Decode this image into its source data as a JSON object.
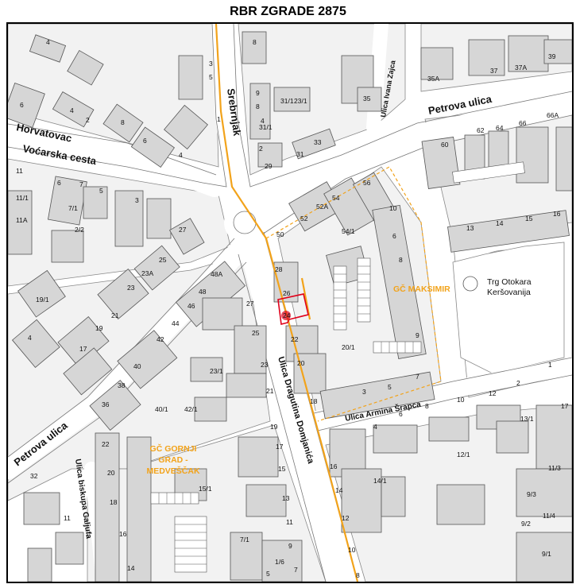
{
  "header": {
    "title": "RBR ZGRADE 2875"
  },
  "colors": {
    "boundary": "#f2a31b",
    "highlight": "#e0001a",
    "building": "#d6d6d6",
    "road": "#ffffff",
    "block": "#f2f2f2"
  },
  "streets": {
    "srebrnjak": "Srebrnjak",
    "horvatovac": "Horvatovac",
    "vocarska": "Voćarska cesta",
    "petrova_top": "Petrova ulica",
    "petrova_bottom": "Petrova ulica",
    "ivana_zajca": "Ulica Ivana Zajca",
    "donjanica": "Ulica Dragutina Domjanića",
    "sarpca": "Ulica Armina Šrapca",
    "galjufa": "Ulica biskupa Galjufa"
  },
  "districts": {
    "maksimir": "GČ MAKSIMIR",
    "gornji_grad": "GČ GORNJI GRAD - MEDVEŠČAK"
  },
  "places": {
    "trg": "Trg Otokara Keršovanija"
  },
  "highlighted_house": "24",
  "house_numbers": {
    "n4a": "4",
    "n8a": "8",
    "n3": "3",
    "n5a": "5",
    "n1a": "1",
    "n6a": "6",
    "n4b": "4",
    "n2a": "2",
    "n8b": "8",
    "n6b": "6",
    "n4c": "4",
    "n9": "9",
    "n8c": "8",
    "n4d": "4",
    "n31_1": "31/1",
    "n23_1a": "23/1",
    "n311": "31/1",
    "n2b": "2",
    "n29": "29",
    "n31": "31",
    "n33": "33",
    "n35": "35",
    "n35a": "35A",
    "n37": "37",
    "n37a": "37A",
    "n39": "39",
    "n60": "60",
    "n62": "62",
    "n64": "64",
    "n66": "66",
    "n66a": "66A",
    "n11a": "11",
    "n11_1": "11/1",
    "n11a2": "11A",
    "n7a": "7",
    "n7_1": "7/1",
    "n5b": "5",
    "n3b": "3",
    "n2_2": "2/2",
    "n27": "27",
    "n56": "56",
    "n54": "54",
    "n52a": "52A",
    "n52": "52",
    "n50": "50",
    "n54_1": "54/1",
    "n10a": "10",
    "n6c": "6",
    "n8d": "8",
    "n13": "13",
    "n14a": "14",
    "n15": "15",
    "n16a": "16",
    "n28": "28",
    "n26": "26",
    "n22": "22",
    "n20a": "20",
    "n20_1": "20/1",
    "n18a": "18",
    "n3c": "3",
    "n5c": "5",
    "n7b": "7",
    "n9b": "9",
    "n19_1": "19/1",
    "n23": "23",
    "n23a": "23A",
    "n25a": "25",
    "n21": "21",
    "n19": "19",
    "n17a": "17",
    "n4e": "4",
    "n48a": "48A",
    "n48": "48",
    "n46": "46",
    "n44": "44",
    "n42": "42",
    "n40": "40",
    "n38": "38",
    "n36": "36",
    "n27b": "27",
    "n25b": "25",
    "n23b": "23",
    "n23_1b": "23/1",
    "n21b": "21",
    "n19b": "19",
    "n17b": "17",
    "n15b": "15",
    "n13b": "13",
    "n11b": "11",
    "n9c": "9",
    "n7c": "7",
    "n5d": "5",
    "n40_1": "40/1",
    "n42_1": "42/1",
    "n15_1": "15/1",
    "n7_1b": "7/1",
    "n1_6": "1/6",
    "n12a": "12",
    "n10b": "10",
    "n8e": "8",
    "n6d": "6",
    "n4f": "4",
    "n2c": "2",
    "n1b": "1",
    "n13_1": "13/1",
    "n17c": "17",
    "n12_1": "12/1",
    "n16b": "16",
    "n14b": "14",
    "n14_1": "14/1",
    "n12b": "12",
    "n10c": "10",
    "n8f": "8",
    "n11_3": "11/3",
    "n9_3": "9/3",
    "n9_2": "9/2",
    "n11_4": "11/4",
    "n9_1": "9/1",
    "n22b": "22",
    "n20b": "20",
    "n18b": "18",
    "n16c": "16",
    "n14c": "14",
    "n32": "32",
    "n11c": "11"
  }
}
